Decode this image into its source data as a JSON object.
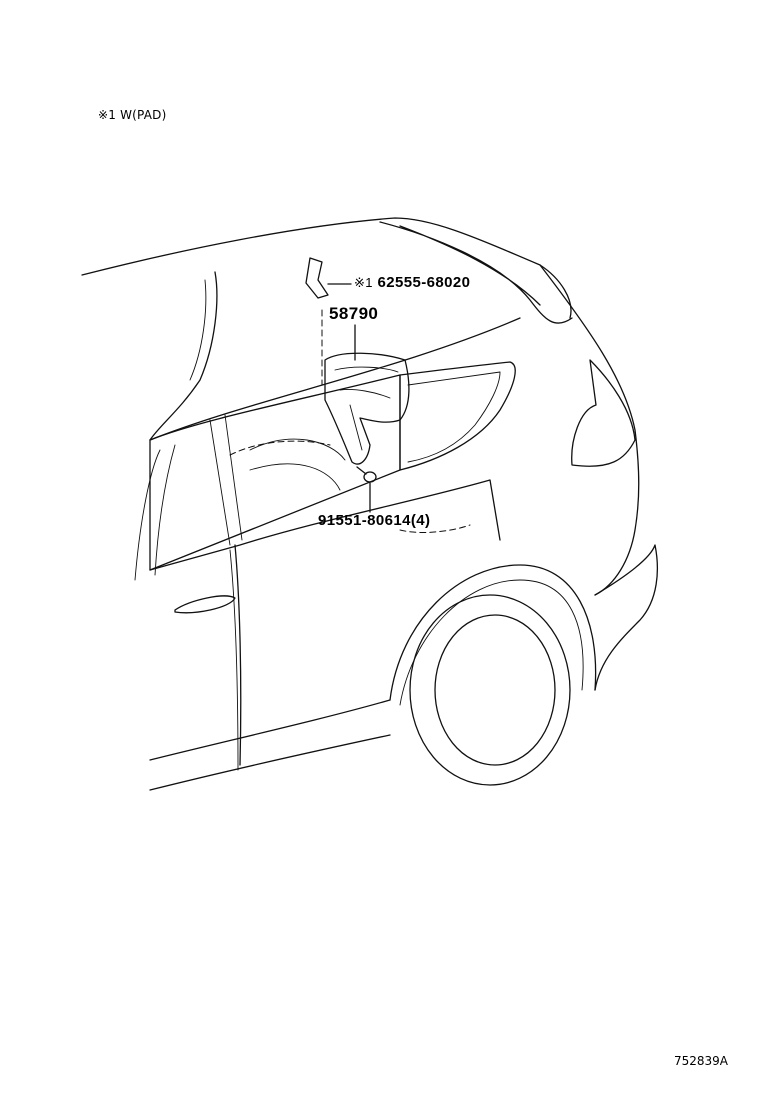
{
  "note": {
    "text": "※1 W(PAD)"
  },
  "callouts": {
    "pad": {
      "mark": "※1",
      "part_number": "62555-68020"
    },
    "handle": {
      "part_number": "58790"
    },
    "screw": {
      "part_number": "91551-80614(4)"
    }
  },
  "diagram_id": "752839A"
}
